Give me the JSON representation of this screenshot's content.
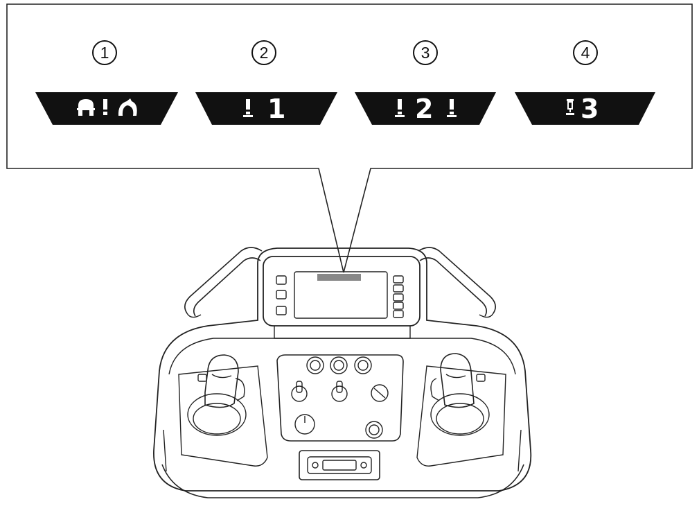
{
  "callout": {
    "items": [
      {
        "number": "1",
        "icons": [
          "helmet-icon",
          "exclamation-icon",
          "claw-icon"
        ],
        "digit": "",
        "trailing_icon": ""
      },
      {
        "number": "2",
        "icons": [
          "sensor-exclamation-icon"
        ],
        "digit": "1",
        "trailing_icon": ""
      },
      {
        "number": "3",
        "icons": [
          "sensor-exclamation-icon"
        ],
        "digit": "2",
        "trailing_icon": "sensor-exclamation-icon"
      },
      {
        "number": "4",
        "icons": [
          "boom-cylinder-icon"
        ],
        "digit": "3",
        "trailing_icon": ""
      }
    ],
    "banner_color": "#111111",
    "highlight_color": "#888888"
  },
  "console": {
    "display_highlight": "status-bar-highlight",
    "left_buttons": 3,
    "right_buttons": 5,
    "knobs": 7
  }
}
